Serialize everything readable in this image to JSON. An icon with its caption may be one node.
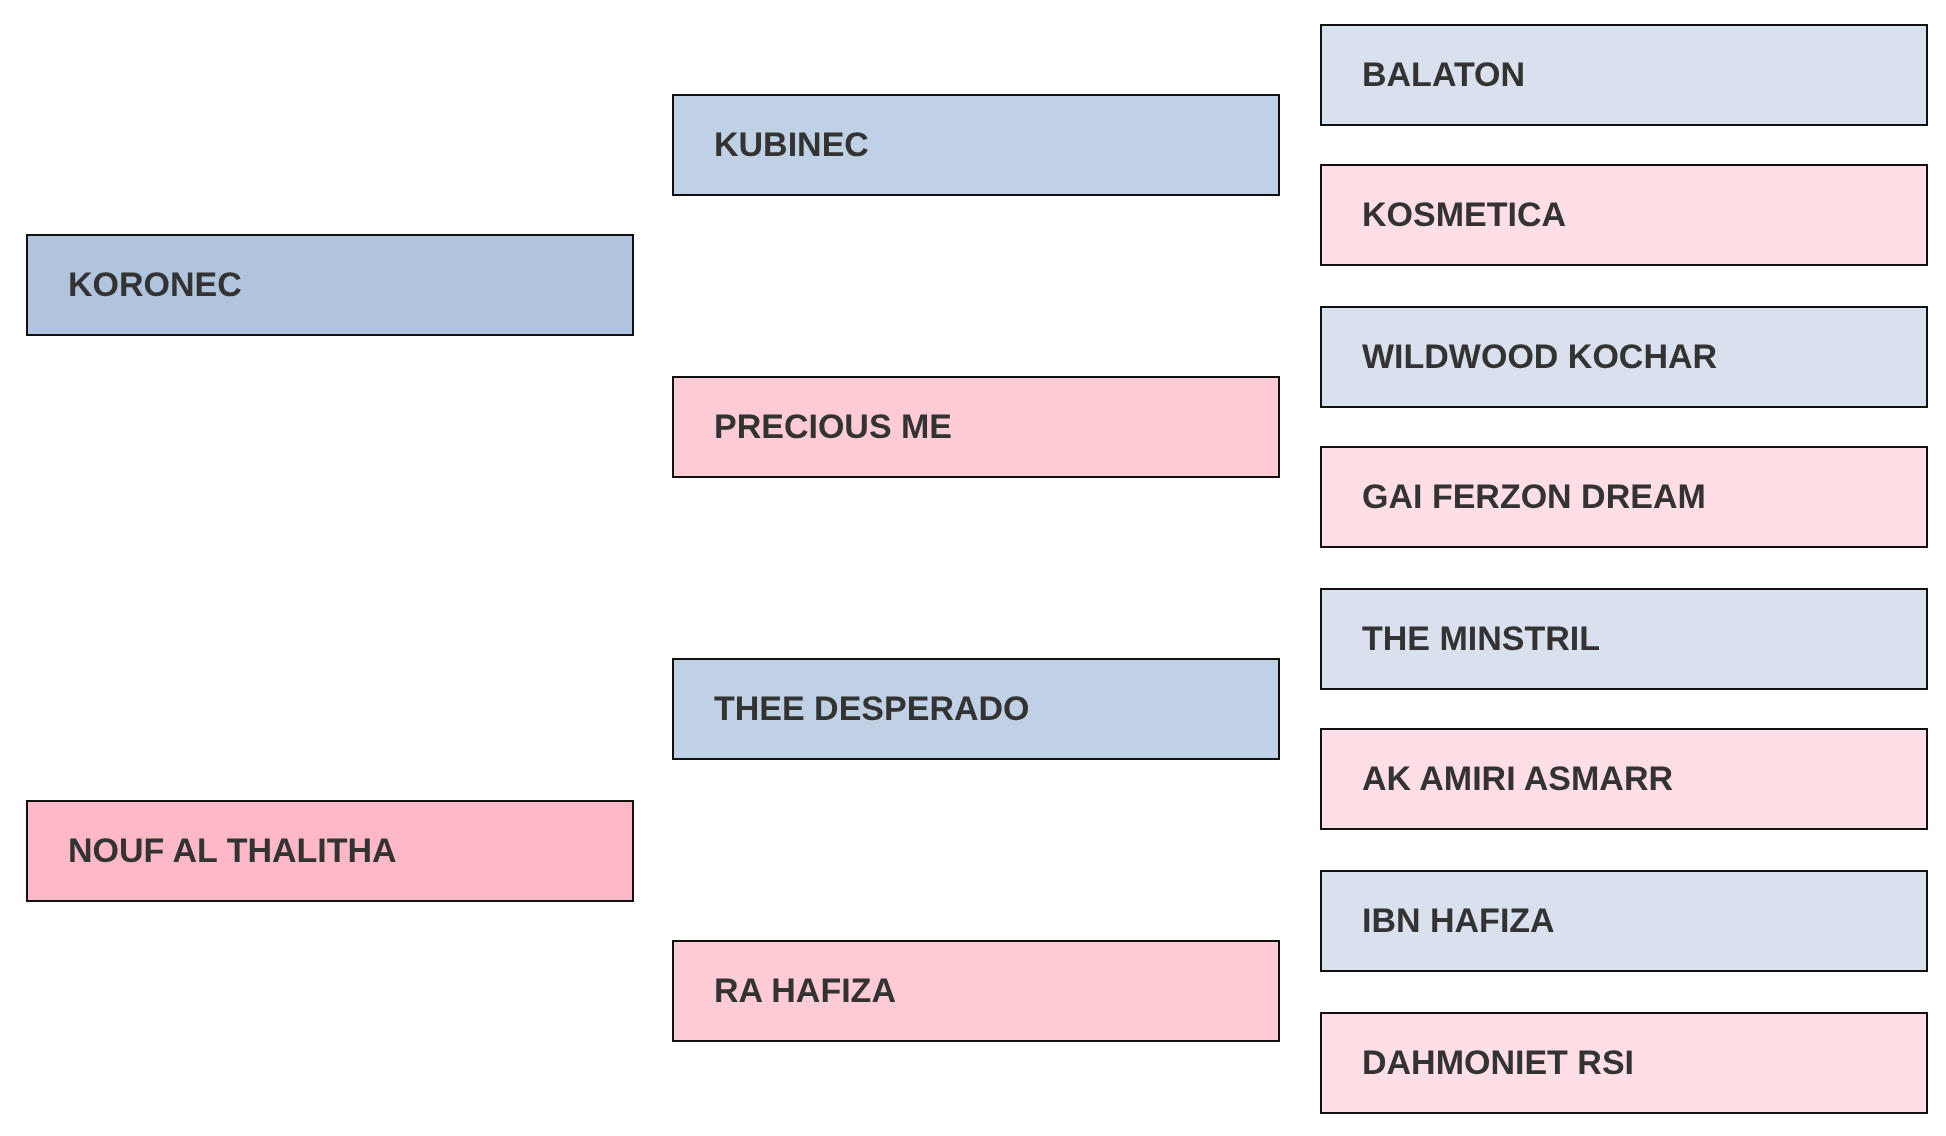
{
  "diagram": {
    "nodes": [
      {
        "text": [
          "KORONEC"
        ]
      },
      {
        "text": [
          "NOUF AL THALITHA"
        ]
      },
      {
        "text": [
          "KUBINEC"
        ]
      },
      {
        "text": [
          "PRECIOUS ME"
        ]
      },
      {
        "text": [
          "THEE DESPERADO"
        ]
      },
      {
        "text": [
          "RA HAFIZA"
        ]
      },
      {
        "text": [
          "BALATON"
        ]
      },
      {
        "text": [
          "KOSMETICA"
        ]
      },
      {
        "text": [
          "WILDWOOD KOCHAR"
        ]
      },
      {
        "text": [
          "GAI FERZON DREAM"
        ]
      },
      {
        "text": [
          "THE MINSTRIL"
        ]
      },
      {
        "text": [
          "AK AMIRI ASMARR"
        ]
      },
      {
        "text": [
          "IBN HAFIZA"
        ]
      },
      {
        "text": [
          "DAHMONIET RSI"
        ]
      }
    ]
  }
}
